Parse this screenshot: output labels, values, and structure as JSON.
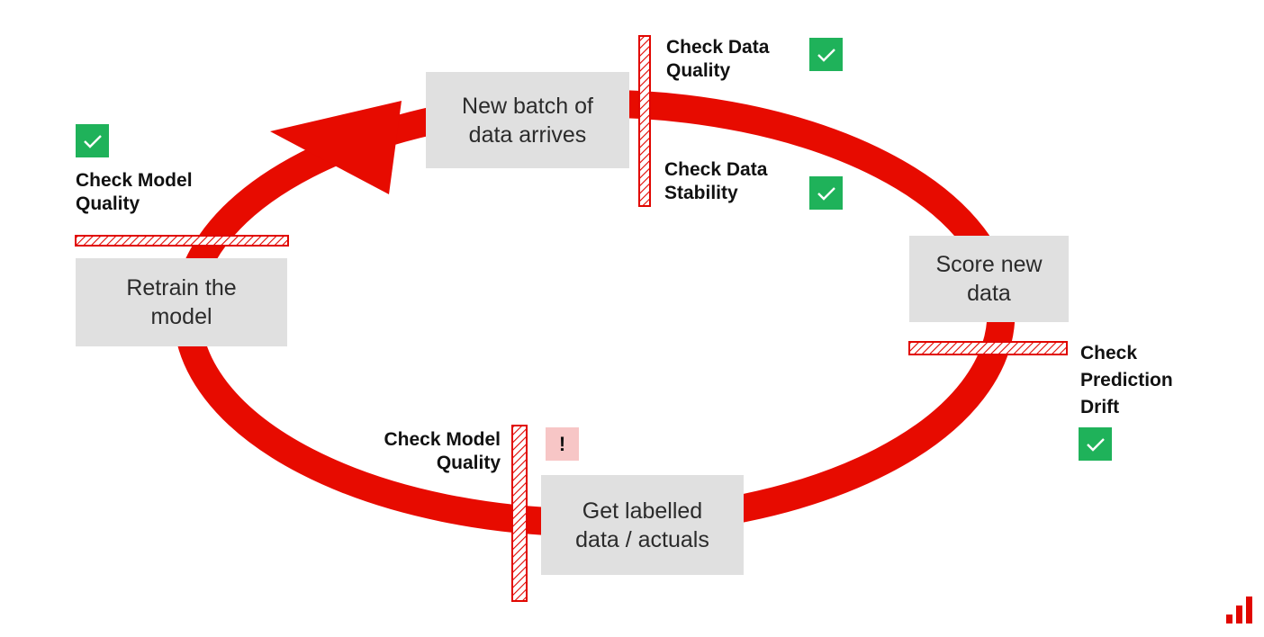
{
  "colors": {
    "loop": "#e70b00",
    "box_fill": "#e0e0e0",
    "gate_stroke": "#e10600",
    "check_ok": "#1fb25a",
    "check_warn": "#f7c6c6"
  },
  "steps": {
    "new_batch": "New batch of\ndata arrives",
    "score": "Score new\ndata",
    "labelled": "Get labelled\ndata / actuals",
    "retrain": "Retrain the\nmodel"
  },
  "checks": {
    "data_quality": {
      "label": "Check Data\nQuality",
      "status": "ok",
      "icon": "checkmark-icon"
    },
    "data_stability": {
      "label": "Check Data\nStability",
      "status": "ok",
      "icon": "checkmark-icon"
    },
    "prediction_drift": {
      "label": "Check\nPrediction\nDrift",
      "status": "ok",
      "icon": "checkmark-icon"
    },
    "model_quality_labelled": {
      "label": "Check Model\nQuality",
      "status": "warning",
      "mark": "!"
    },
    "model_quality_retrain": {
      "label": "Check Model\nQuality",
      "status": "ok",
      "icon": "checkmark-icon"
    }
  },
  "logo_icon": "bar-chart-logo-icon"
}
